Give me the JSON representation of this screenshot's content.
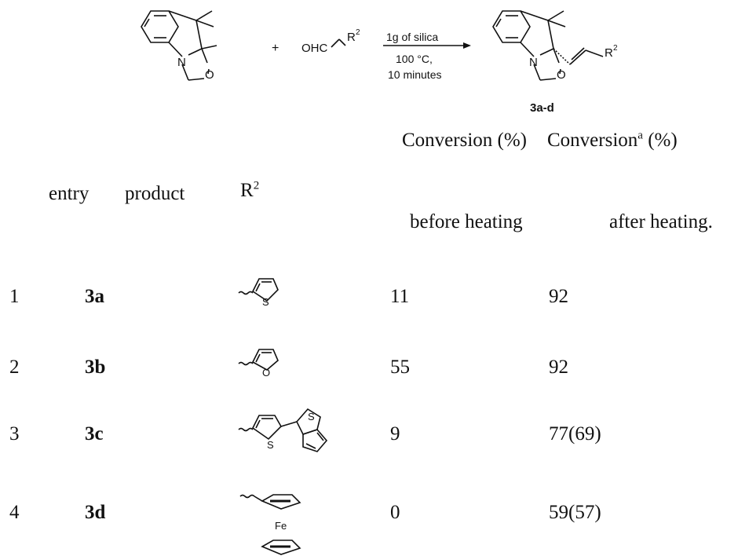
{
  "scheme": {
    "plus": "+",
    "reagent_prefix": "OHC",
    "reagent_r": "R",
    "reagent_sup": "2",
    "cond_line1": "1g of silica",
    "cond_line2": "100 °C,",
    "cond_line3": "10 minutes",
    "product_label": "3a-d",
    "atom_n": "N",
    "atom_o": "O",
    "prod_r": "R",
    "prod_sup": "2"
  },
  "headers": {
    "entry": "entry",
    "product": "product",
    "r2_base": "R",
    "r2_sup": "2",
    "conv1_line1": "Conversion (%)",
    "conv1_line2": "before heating",
    "conv2_base": "Conversion",
    "conv2_sup": "a",
    "conv2_tail": " (%)",
    "conv2_line2": "after heating."
  },
  "rows": [
    {
      "entry": "1",
      "product": "3a",
      "before": "11",
      "after": "92",
      "r2": "2-thienyl",
      "heteroatom": "S"
    },
    {
      "entry": "2",
      "product": "3b",
      "before": "55",
      "after": "92",
      "r2": "2-furyl",
      "heteroatom": "O"
    },
    {
      "entry": "3",
      "product": "3c",
      "before": "9",
      "after": "77(69)",
      "r2": "bithienyl",
      "heteroatom": "S"
    },
    {
      "entry": "4",
      "product": "3d",
      "before": "0",
      "after": "59(57)",
      "r2": "ferrocenyl",
      "heteroatom": "Fe"
    }
  ]
}
